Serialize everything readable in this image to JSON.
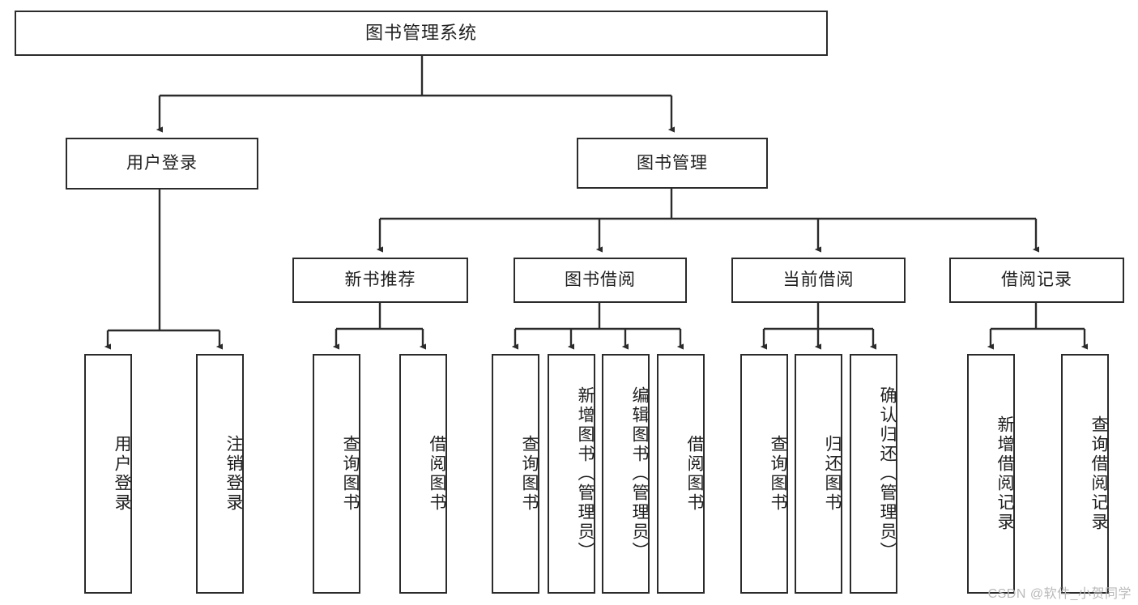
{
  "diagram": {
    "title": "图书管理系统",
    "type": "tree",
    "watermark": "CSDN @软件_小贺同学",
    "colors": {
      "stroke": "#2b2b2b",
      "fill": "#ffffff",
      "text": "#1f1f1f",
      "watermark": "#b9b9b9"
    },
    "root": {
      "label": "图书管理系统"
    },
    "level2": [
      {
        "label": "用户登录"
      },
      {
        "label": "图书管理"
      }
    ],
    "level3": [
      {
        "label": "新书推荐"
      },
      {
        "label": "图书借阅"
      },
      {
        "label": "当前借阅"
      },
      {
        "label": "借阅记录"
      }
    ],
    "leaves": {
      "user_login": [
        {
          "label": "用户登录"
        },
        {
          "label": "注销登录"
        }
      ],
      "new_book_recommend": [
        {
          "label": "查询图书"
        },
        {
          "label": "借阅图书"
        }
      ],
      "book_borrow": [
        {
          "label": "查询图书"
        },
        {
          "label": "新增图书（管理员）"
        },
        {
          "label": "编辑图书（管理员）"
        },
        {
          "label": "借阅图书"
        }
      ],
      "current_borrow": [
        {
          "label": "查询图书"
        },
        {
          "label": "归还图书"
        },
        {
          "label": "确认归还（管理员）"
        }
      ],
      "borrow_record": [
        {
          "label": "新增借阅记录"
        },
        {
          "label": "查询借阅记录"
        }
      ]
    }
  }
}
